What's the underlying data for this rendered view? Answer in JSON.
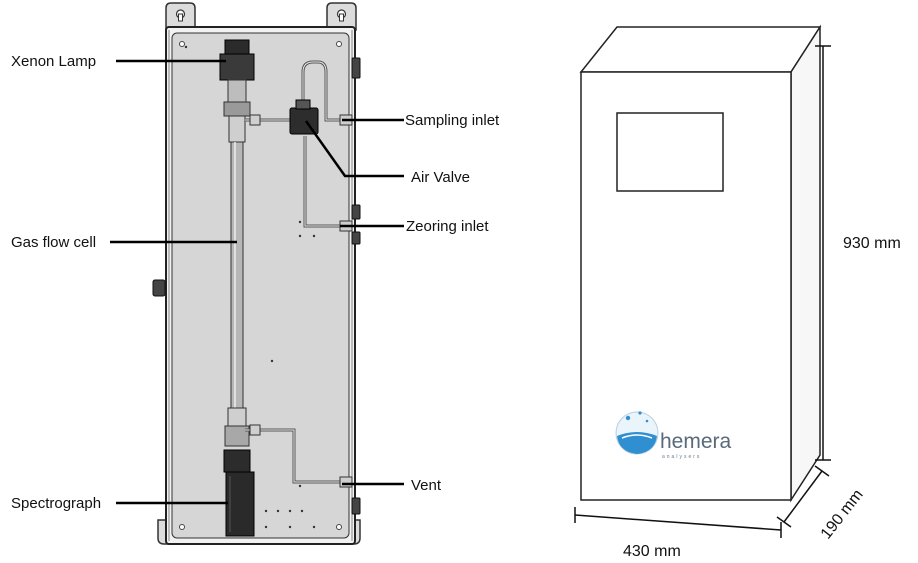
{
  "labels": {
    "xenon_lamp": "Xenon Lamp",
    "gas_flow_cell": "Gas flow cell",
    "spectrograph": "Spectrograph",
    "sampling_inlet": "Sampling inlet",
    "air_valve": "Air Valve",
    "zeroing_inlet": "Zeoring inlet",
    "vent": "Vent"
  },
  "dimensions": {
    "height": "930 mm",
    "width": "430 mm",
    "depth": "190 mm"
  },
  "brand": {
    "name": "hemera",
    "tagline": "analysers"
  }
}
